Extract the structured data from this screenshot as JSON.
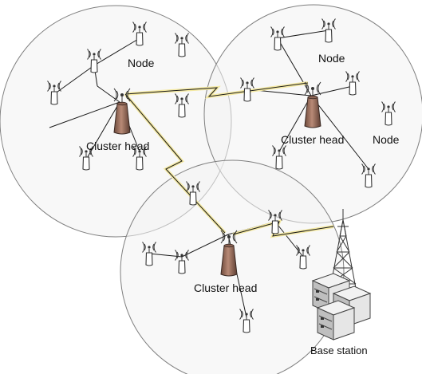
{
  "labels": {
    "node_1": "Node",
    "node_2": "Node",
    "node_3": "Node",
    "cluster_head_1": "Cluster head",
    "cluster_head_2": "Cluster head",
    "cluster_head_3": "Cluster head",
    "base_station": "Base station"
  },
  "icons": {
    "sensor_node": "sensor-node-icon",
    "cluster_head": "cluster-head-icon",
    "base_station": "base-station-icon",
    "wireless_link": "lightning-link-icon"
  },
  "colors": {
    "cluster_fill": "#f2f2f2",
    "cluster_stroke": "#7f7f7f",
    "link_line": "#1a1a1a",
    "lightning_glow": "#f4e9a3",
    "cluster_head_body": "#9a7060",
    "server_gray": "#d9d9d9"
  }
}
